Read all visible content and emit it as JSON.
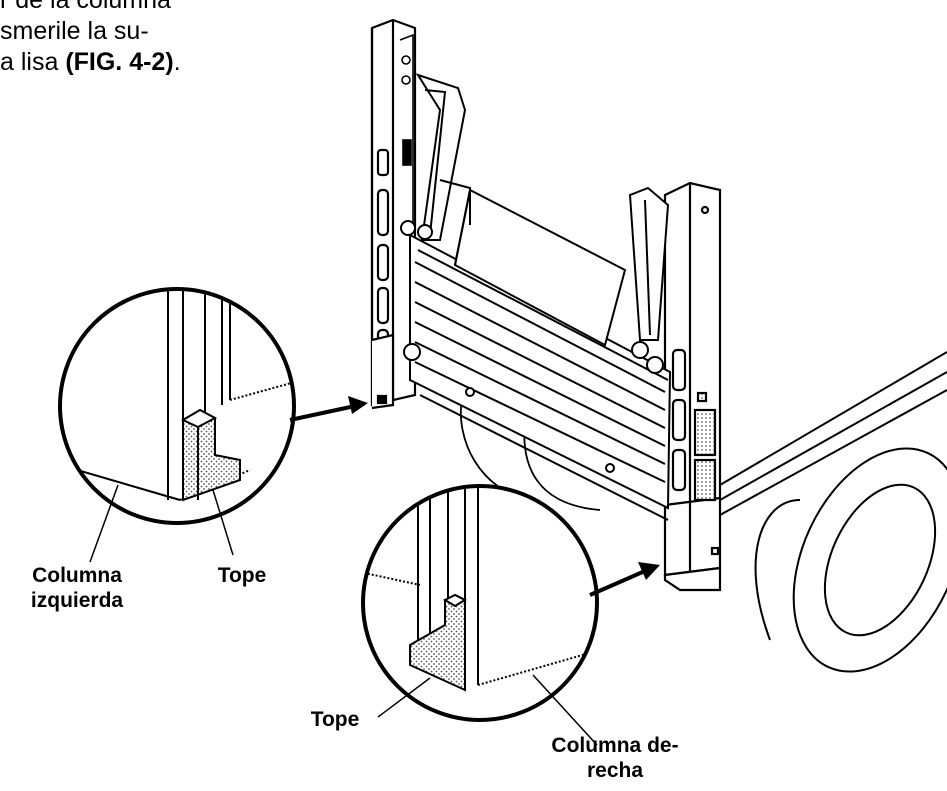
{
  "text": {
    "line1": "r de la columna",
    "line2": "smerile la su-",
    "line3_prefix": "a lisa ",
    "line3_ref": "(FIG. 4-2)",
    "line3_suffix": "."
  },
  "labels": {
    "left_column_l1": "Columna",
    "left_column_l2": "izquierda",
    "left_stop": "Tope",
    "right_stop": "Tope",
    "right_column_l1": "Columna de-",
    "right_column_l2": "recha"
  }
}
